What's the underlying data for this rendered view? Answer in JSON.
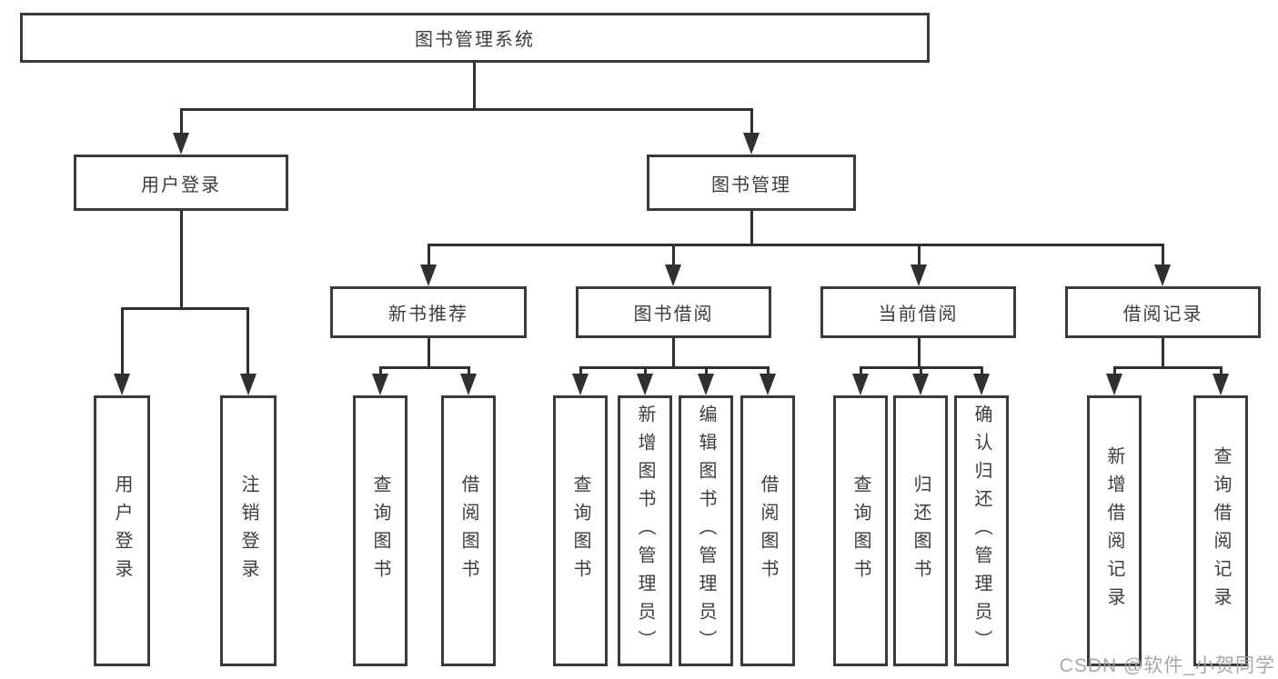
{
  "root": {
    "label": "图书管理系统"
  },
  "level2": [
    {
      "label": "用户登录"
    },
    {
      "label": "图书管理"
    }
  ],
  "level3": [
    {
      "label": "新书推荐"
    },
    {
      "label": "图书借阅"
    },
    {
      "label": "当前借阅"
    },
    {
      "label": "借阅记录"
    }
  ],
  "leaves": {
    "user_login": [
      {
        "label": "用户登录"
      },
      {
        "label": "注销登录"
      }
    ],
    "new_book": [
      {
        "label": "查询图书"
      },
      {
        "label": "借阅图书"
      }
    ],
    "book_borrow": [
      {
        "label": "查询图书"
      },
      {
        "label": "新增图书（管理员）"
      },
      {
        "label": "编辑图书（管理员）"
      },
      {
        "label": "借阅图书"
      }
    ],
    "current_borrow": [
      {
        "label": "查询图书"
      },
      {
        "label": "归还图书"
      },
      {
        "label": "确认归还（管理员）"
      }
    ],
    "borrow_record": [
      {
        "label": "新增借阅记录"
      },
      {
        "label": "查询借阅记录"
      }
    ]
  },
  "watermark": "CSDN @软件_小贺同学",
  "colors": {
    "line": "#303030",
    "border": "#3a3a3a",
    "text": "#3d3d3d",
    "watermark": "#a0a0a0",
    "background": "#ffffff"
  }
}
